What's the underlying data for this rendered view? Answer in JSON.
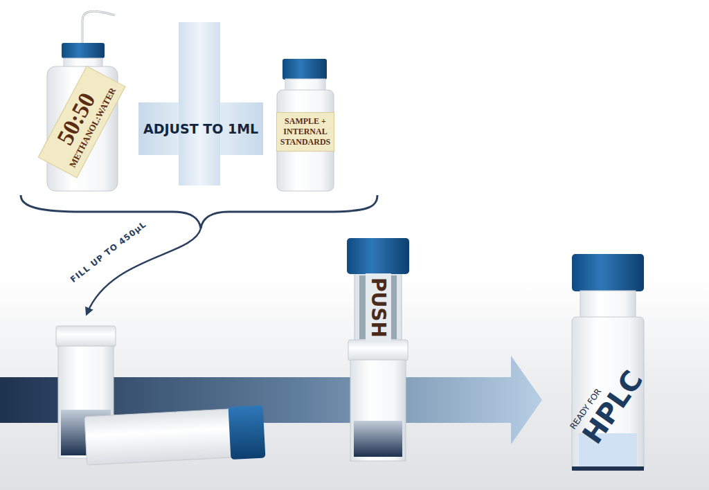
{
  "diagram": {
    "nodes": [
      {
        "text": [
          "50:50",
          "METHANOL:WATER"
        ]
      },
      {
        "text": [
          "ADJUST TO 1ML"
        ]
      },
      {
        "text": [
          "SAMPLE + INTERNAL STANDARDS"
        ]
      },
      {
        "text": [
          "PUSH"
        ]
      },
      {
        "text": [
          "READY FOR",
          "HPLC"
        ]
      }
    ],
    "labels": [
      "FILL UP TO 450µL"
    ]
  }
}
